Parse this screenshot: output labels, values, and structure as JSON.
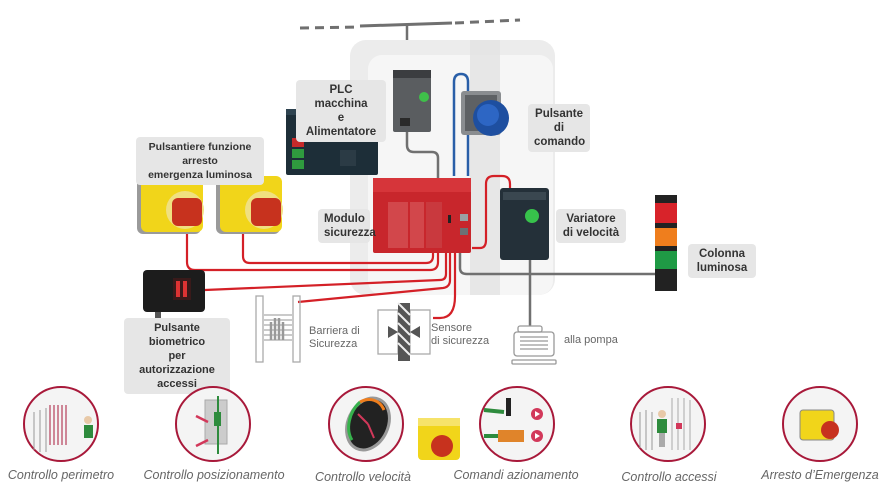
{
  "diagram": {
    "components": {
      "plc": "PLC macchina\ne Alimentatore",
      "emergency_panels": "Pulsantiere funzione arresto\nemergenza luminosa",
      "safety_module": "Modulo\nsicurezza",
      "command_button": "Pulsante\ndi comando",
      "speed_drive": "Variatore\ndi velocità",
      "light_column": "Colonna\nluminosa",
      "biometric": "Pulsante biometrico\nper autorizzazione\naccessi",
      "barrier": "Barriera di\nSicurezza",
      "sensor": "Sensore\ndi sicurezza",
      "pump": "alla pompa"
    },
    "colors": {
      "safety_wire": "#d42027",
      "control_wire": "#2a5fa8",
      "power_wire": "#707070",
      "ring": "#a8193a",
      "label_bg": "#e6e6e6"
    }
  },
  "functions": [
    {
      "label": "Controllo perimetro",
      "icon": "perimeter-control-icon"
    },
    {
      "label": "Controllo posizionamento",
      "icon": "positioning-control-icon"
    },
    {
      "label": "Controllo velocità",
      "icon": "speed-control-icon"
    },
    {
      "label": "Comandi azionamento",
      "icon": "drive-commands-icon"
    },
    {
      "label": "Controllo accessi",
      "icon": "access-control-icon"
    },
    {
      "label": "Arresto d’Emergenza",
      "icon": "emergency-stop-icon"
    }
  ]
}
